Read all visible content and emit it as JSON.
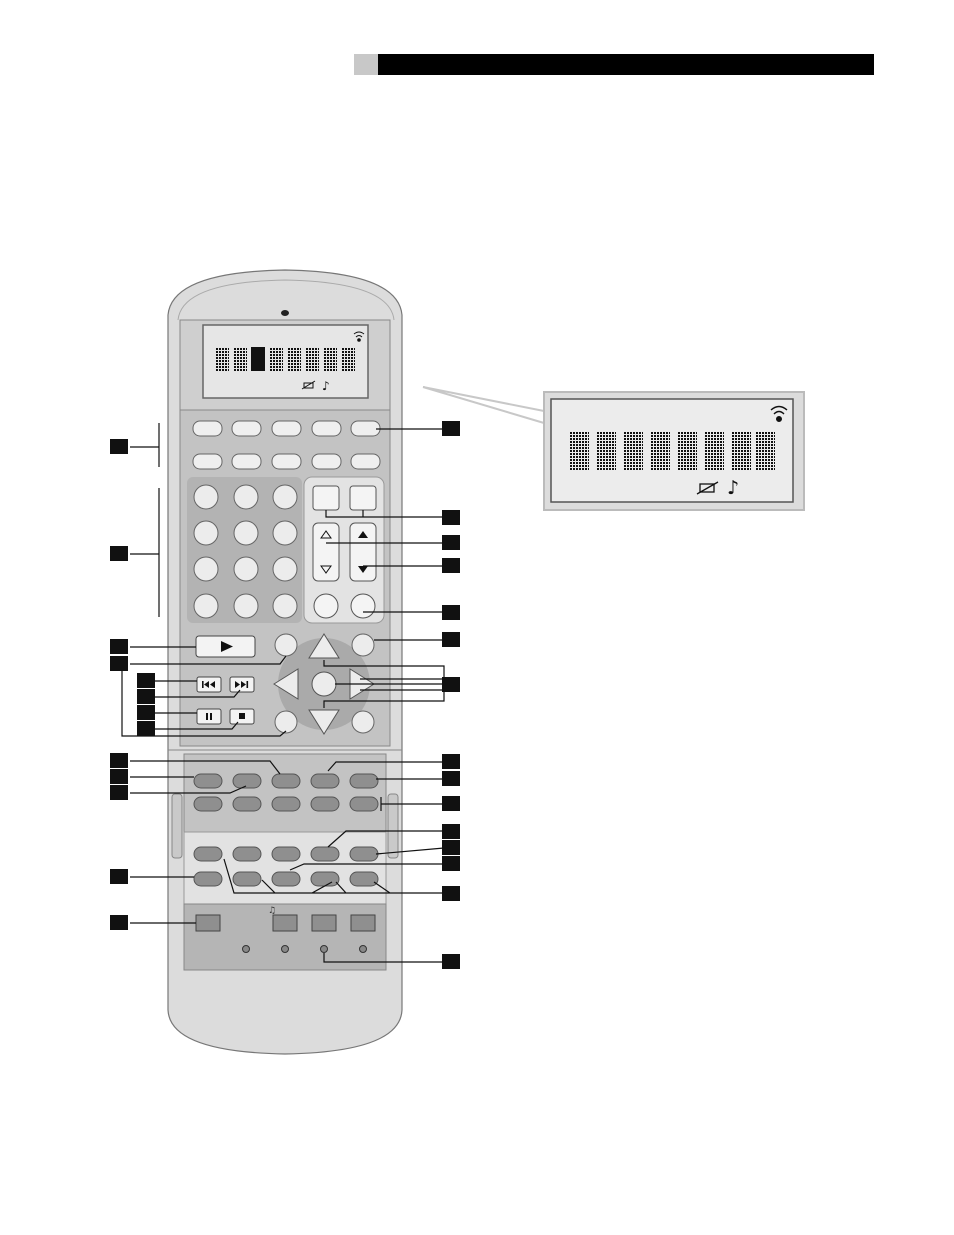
{
  "header": {
    "accent_left": "#c8c8c8",
    "bar_color": "#000000"
  },
  "remote": {
    "body_color": "#dcdcdc",
    "panel_color": "#bdbdbd",
    "button_color": "#8f8f8f",
    "light_button_color": "#e9e9e9",
    "display_color": "#dddddd",
    "display": {
      "segments": 8,
      "icons": [
        "signal-icon",
        "battery-icon",
        "music-note-icon"
      ]
    }
  },
  "callouts": {
    "marker_color": "#111111",
    "left_count": 13,
    "right_count": 16
  }
}
